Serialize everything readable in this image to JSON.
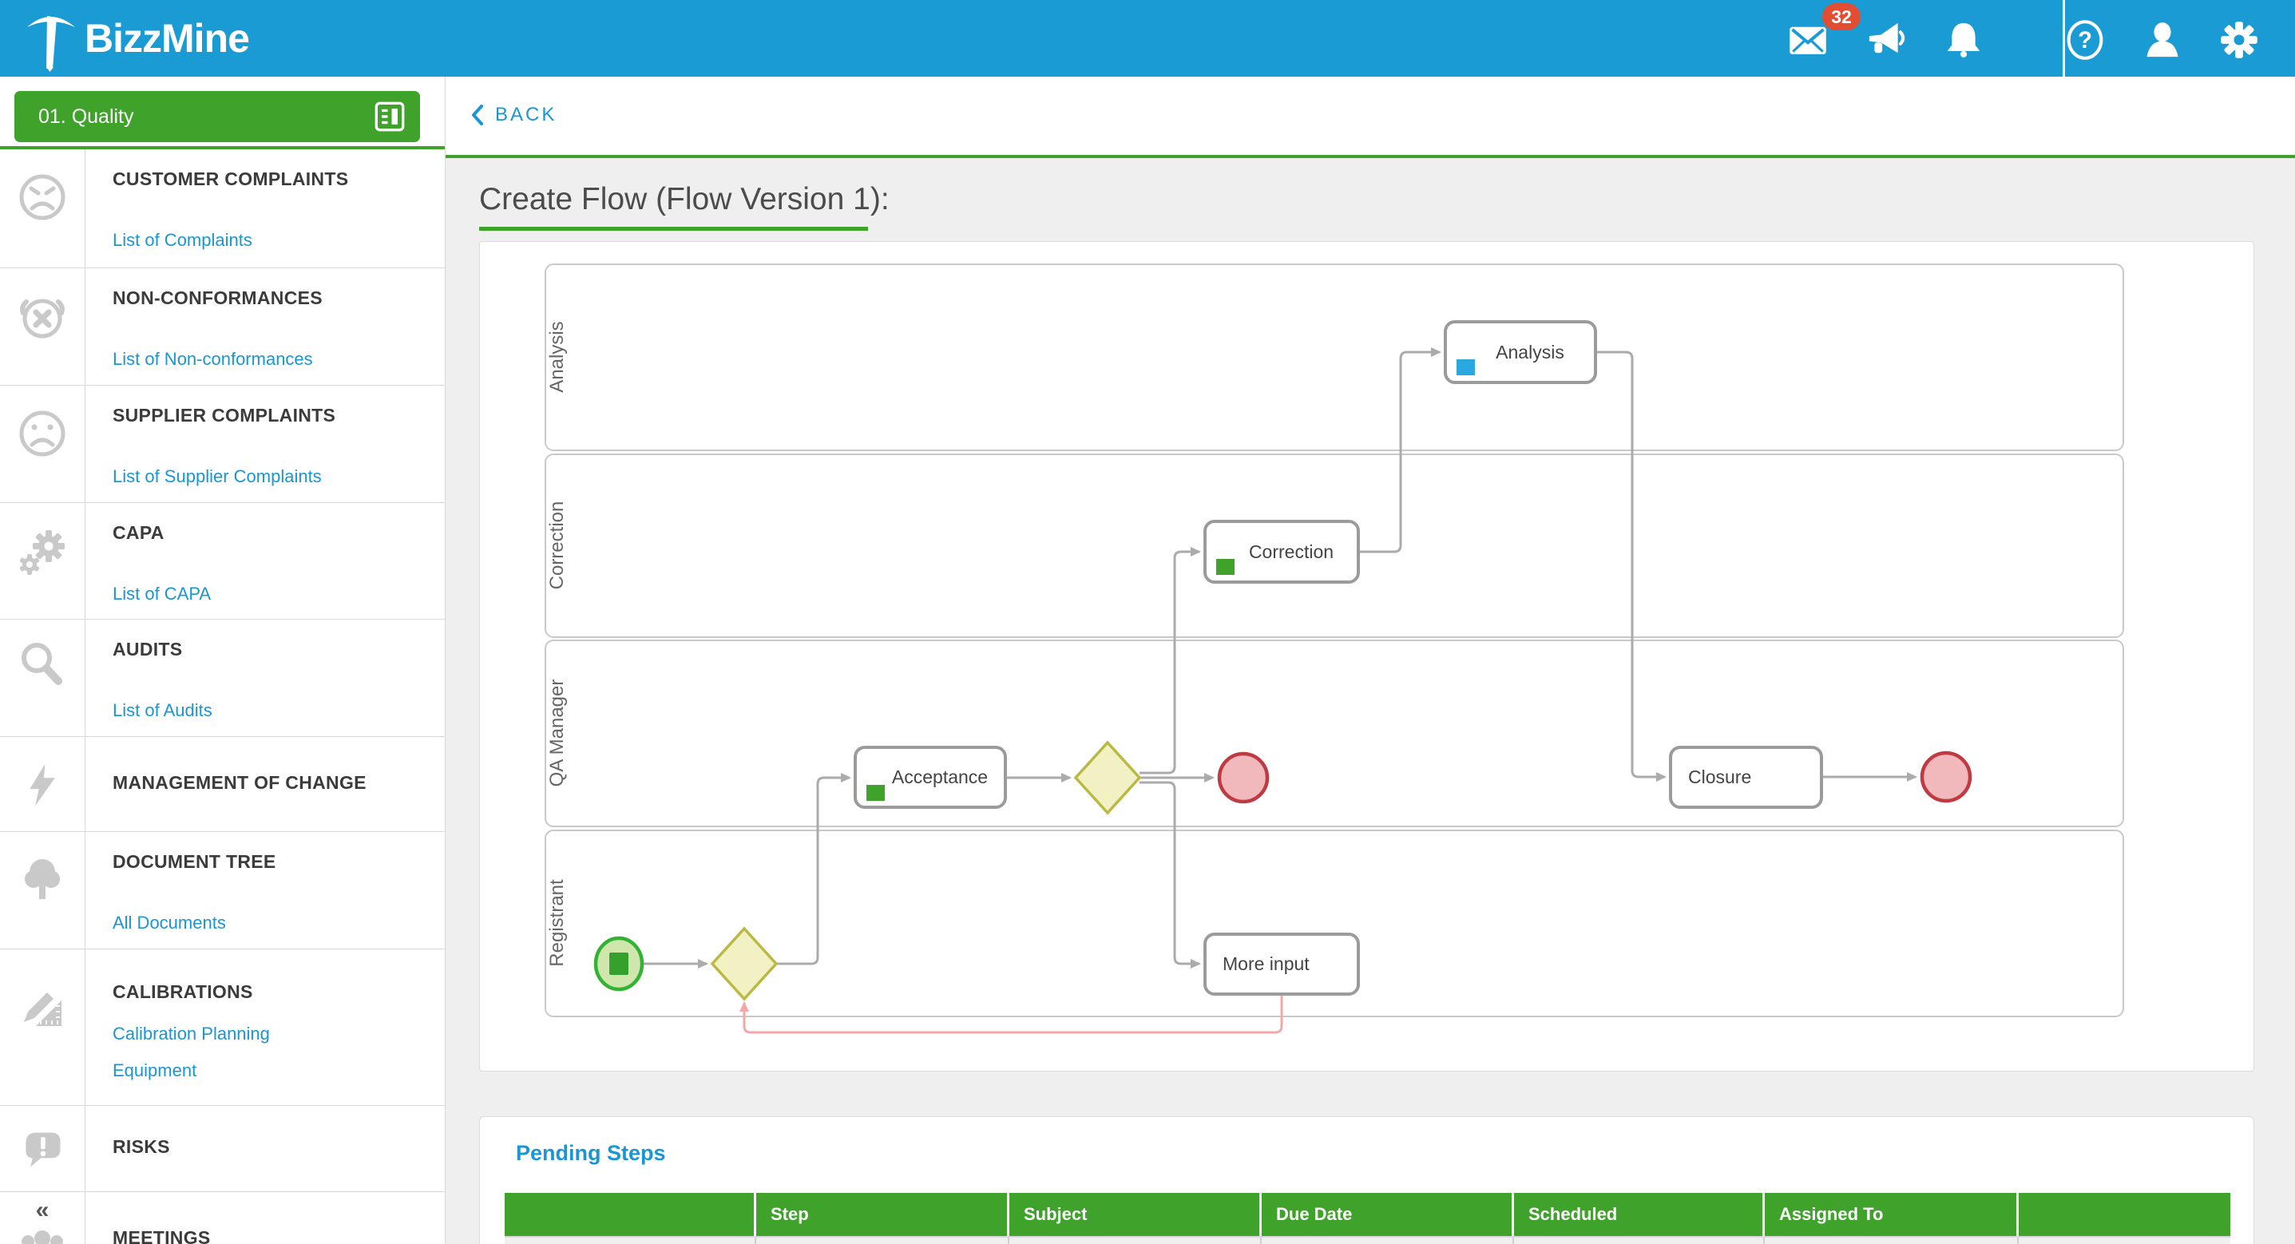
{
  "colors": {
    "topbar_blue": "#1b9bd3",
    "link_blue": "#1996d3",
    "green": "#3fa32b",
    "badge_red": "#e14e31",
    "task_icon_blue": "#29a9df",
    "task_icon_green": "#3fa32b",
    "start_fill": "#cfe7ac",
    "start_border": "#33b233",
    "gateway_fill": "#f2f1c4",
    "gateway_border": "#b9b944",
    "end_fill": "#f1b9bc",
    "end_border": "#bf3a41",
    "connector_gray": "#ababab",
    "feedback_pink": "#f3a8a8"
  },
  "topbar": {
    "brand": "BizzMine",
    "mail_badge": "32"
  },
  "sidebar": {
    "workspace": "01. Quality",
    "collapse_glyph": "«",
    "sections": [
      {
        "title": "CUSTOMER COMPLAINTS",
        "links": [
          "List of Complaints"
        ]
      },
      {
        "title": "NON-CONFORMANCES",
        "links": [
          "List of Non-conformances"
        ]
      },
      {
        "title": "SUPPLIER COMPLAINTS",
        "links": [
          "List of Supplier Complaints"
        ]
      },
      {
        "title": "CAPA",
        "links": [
          "List of CAPA"
        ]
      },
      {
        "title": "AUDITS",
        "links": [
          "List of Audits"
        ]
      },
      {
        "title": "MANAGEMENT OF CHANGE",
        "links": []
      },
      {
        "title": "DOCUMENT TREE",
        "links": [
          "All Documents"
        ]
      },
      {
        "title": "CALIBRATIONS",
        "links": [
          "Calibration Planning",
          "Equipment"
        ]
      },
      {
        "title": "RISKS",
        "links": []
      },
      {
        "title": "MEETINGS",
        "links": []
      }
    ]
  },
  "main": {
    "back_label": "BACK",
    "title": "Create Flow (Flow Version 1):"
  },
  "diagram": {
    "lanes": [
      {
        "name": "Analysis"
      },
      {
        "name": "Correction"
      },
      {
        "name": "QA Manager"
      },
      {
        "name": "Registrant"
      }
    ],
    "tasks": {
      "analysis": "Analysis",
      "correction": "Correction",
      "acceptance": "Acceptance",
      "closure": "Closure",
      "more_input": "More input"
    }
  },
  "pending": {
    "heading": "Pending Steps",
    "columns": [
      "",
      "Step",
      "Subject",
      "Due Date",
      "Scheduled",
      "Assigned To",
      ""
    ]
  }
}
